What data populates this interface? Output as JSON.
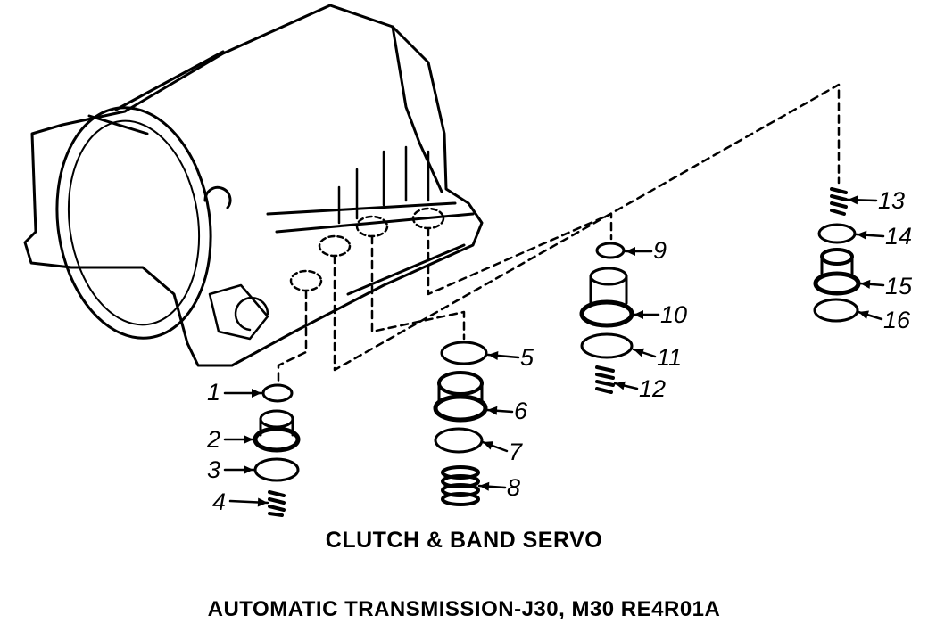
{
  "figure": {
    "subtitle": "CLUTCH & BAND SERVO",
    "title": "AUTOMATIC TRANSMISSION-J30, M30 RE4R01A"
  },
  "callouts": [
    {
      "id": "1",
      "text": "1"
    },
    {
      "id": "2",
      "text": "2"
    },
    {
      "id": "3",
      "text": "3"
    },
    {
      "id": "4",
      "text": "4"
    },
    {
      "id": "5",
      "text": "5"
    },
    {
      "id": "6",
      "text": "6"
    },
    {
      "id": "7",
      "text": "7"
    },
    {
      "id": "8",
      "text": "8"
    },
    {
      "id": "9",
      "text": "9"
    },
    {
      "id": "10",
      "text": "10"
    },
    {
      "id": "11",
      "text": "11"
    },
    {
      "id": "12",
      "text": "12"
    },
    {
      "id": "13",
      "text": "13"
    },
    {
      "id": "14",
      "text": "14"
    },
    {
      "id": "15",
      "text": "15"
    },
    {
      "id": "16",
      "text": "16"
    }
  ]
}
